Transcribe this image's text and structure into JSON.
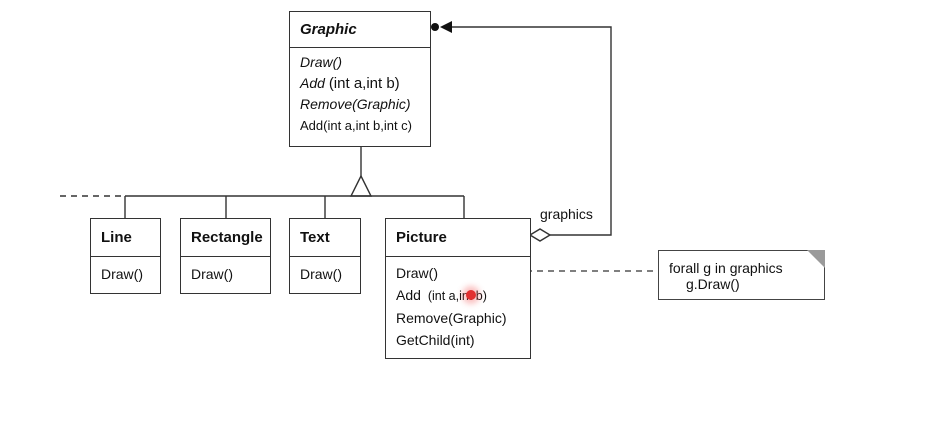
{
  "classes": {
    "graphic": {
      "name": "Graphic",
      "ops": [
        {
          "text": "Draw()",
          "italic": true
        },
        {
          "prefix": "Add",
          "params": "(int a,int b)",
          "italic": true
        },
        {
          "text": "Remove(Graphic)",
          "italic": true
        },
        {
          "text": "Add(int a,int b,int c)",
          "italic": false
        }
      ]
    },
    "line": {
      "name": "Line",
      "ops": [
        "Draw()"
      ]
    },
    "rectangle": {
      "name": "Rectangle",
      "ops": [
        "Draw()"
      ]
    },
    "text": {
      "name": "Text",
      "ops": [
        "Draw()"
      ]
    },
    "picture": {
      "name": "Picture",
      "ops": [
        {
          "text": "Draw()"
        },
        {
          "prefix": "Add",
          "params": "(int a,int b)"
        },
        {
          "text": "Remove(Graphic)"
        },
        {
          "text": "GetChild(int)"
        }
      ]
    }
  },
  "association_label": "graphics",
  "note": {
    "line1": "forall g in graphics",
    "line2": "g.Draw()"
  },
  "colors": {
    "line": "#333333",
    "cursor_marker": "#e23030",
    "note_fold": "#9a9a9a"
  }
}
